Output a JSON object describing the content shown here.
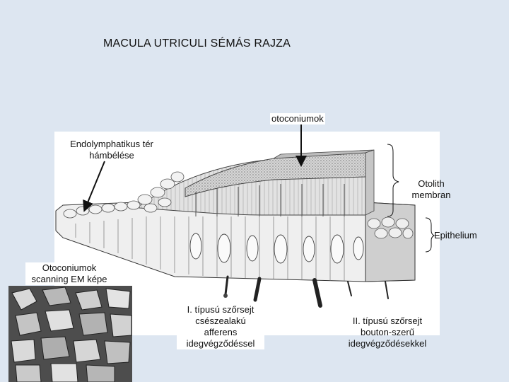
{
  "title": "MACULA UTRICULI SÉMÁS RAJZA",
  "labels": {
    "otoconia": "otoconiumok",
    "endolymph_line1": "Endolymphatikus tér",
    "endolymph_line2": "hámbélése",
    "otolith_line1": "Otolith",
    "otolith_line2": "membran",
    "epithelium": "Epithelium",
    "sem_line1": "Otoconiumok",
    "sem_line2": "scanning EM képe",
    "type1_line1": "I. típusú szőrsejt",
    "type1_line2": "csészealakú",
    "type1_line3": "afferens",
    "type1_line4": "idegvégződéssel",
    "type2_line1": "II. típusú szőrsejt",
    "type2_line2": "bouton-szerű",
    "type2_line3": "idegvégződésekkel"
  },
  "colors": {
    "background": "#dde6f1",
    "figure_bg": "#ffffff",
    "ink": "#111111"
  }
}
